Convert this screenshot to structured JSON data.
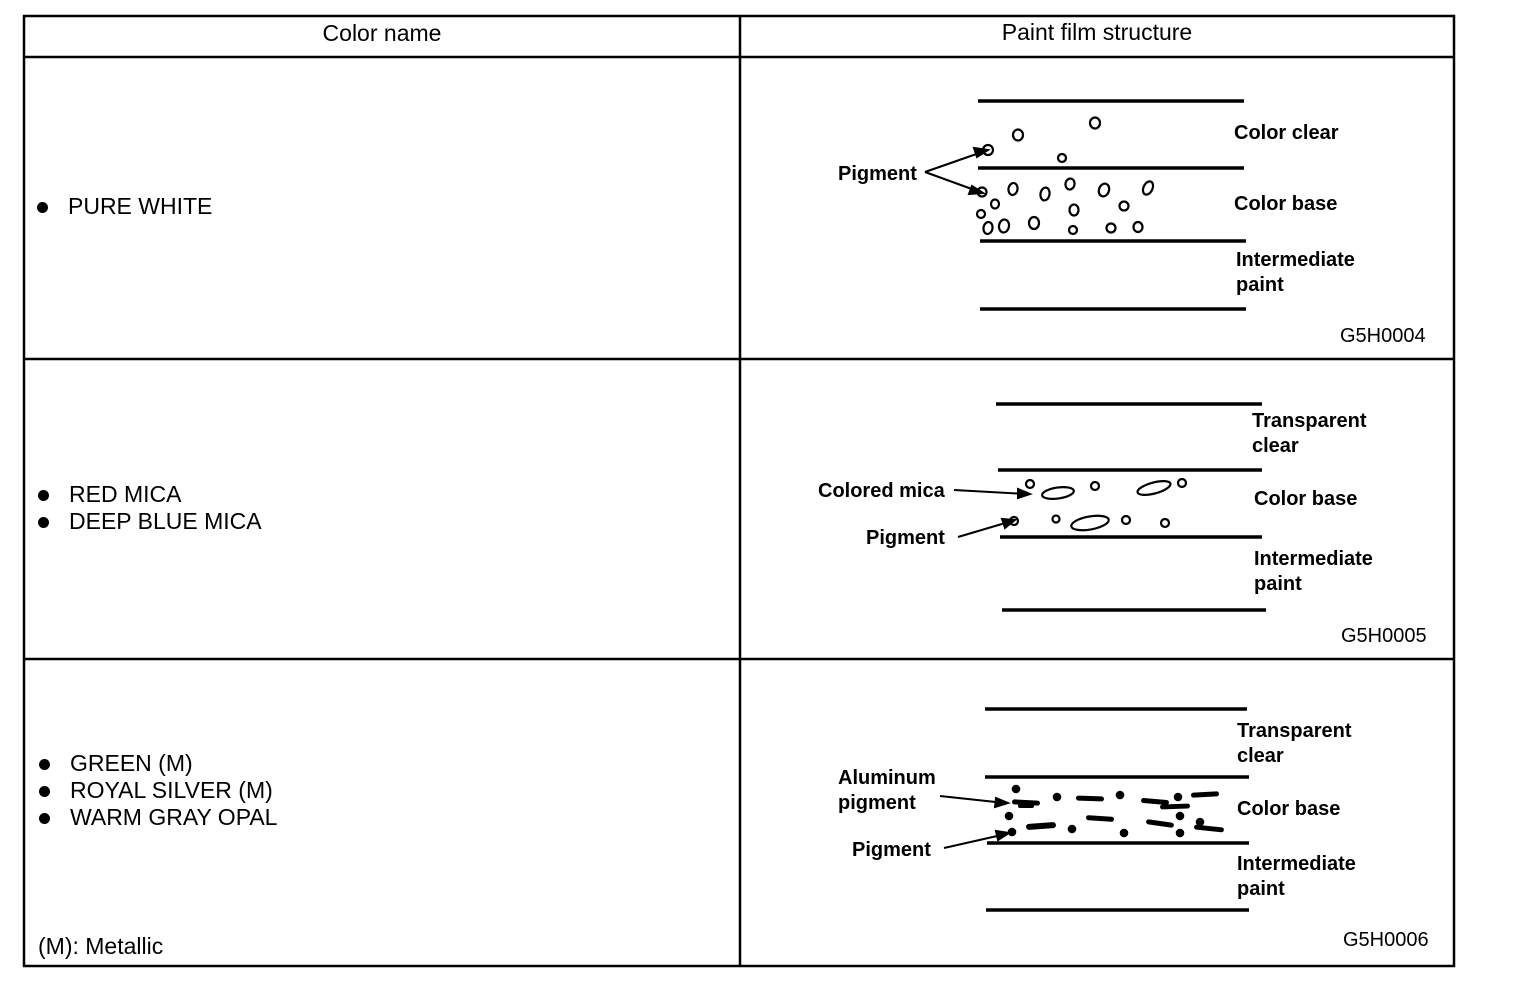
{
  "header": {
    "color_name": "Color name",
    "paint_film_structure": "Paint film structure"
  },
  "rows": [
    {
      "colors": [
        "PURE WHITE"
      ],
      "diagram": {
        "layers": [
          {
            "label_lines": [
              "Color clear"
            ]
          },
          {
            "label_lines": [
              "Color base"
            ]
          },
          {
            "label_lines": [
              "Intermediate",
              "paint"
            ]
          }
        ],
        "callouts": [
          {
            "label_lines": [
              "Pigment"
            ]
          }
        ],
        "figure_code": "G5H0004"
      }
    },
    {
      "colors": [
        "RED MICA",
        "DEEP BLUE MICA"
      ],
      "diagram": {
        "layers": [
          {
            "label_lines": [
              "Transparent",
              "clear"
            ]
          },
          {
            "label_lines": [
              "Color base"
            ]
          },
          {
            "label_lines": [
              "Intermediate",
              "paint"
            ]
          }
        ],
        "callouts": [
          {
            "label_lines": [
              "Colored mica"
            ]
          },
          {
            "label_lines": [
              "Pigment"
            ]
          }
        ],
        "figure_code": "G5H0005"
      }
    },
    {
      "colors": [
        "GREEN  (M)",
        "ROYAL SILVER (M)",
        "WARM GRAY OPAL"
      ],
      "note": "(M): Metallic",
      "diagram": {
        "layers": [
          {
            "label_lines": [
              "Transparent",
              "clear"
            ]
          },
          {
            "label_lines": [
              "Color base"
            ]
          },
          {
            "label_lines": [
              "Intermediate",
              "paint"
            ]
          }
        ],
        "callouts": [
          {
            "label_lines": [
              "Aluminum",
              "pigment"
            ]
          },
          {
            "label_lines": [
              "Pigment"
            ]
          }
        ],
        "figure_code": "G5H0006"
      }
    }
  ]
}
